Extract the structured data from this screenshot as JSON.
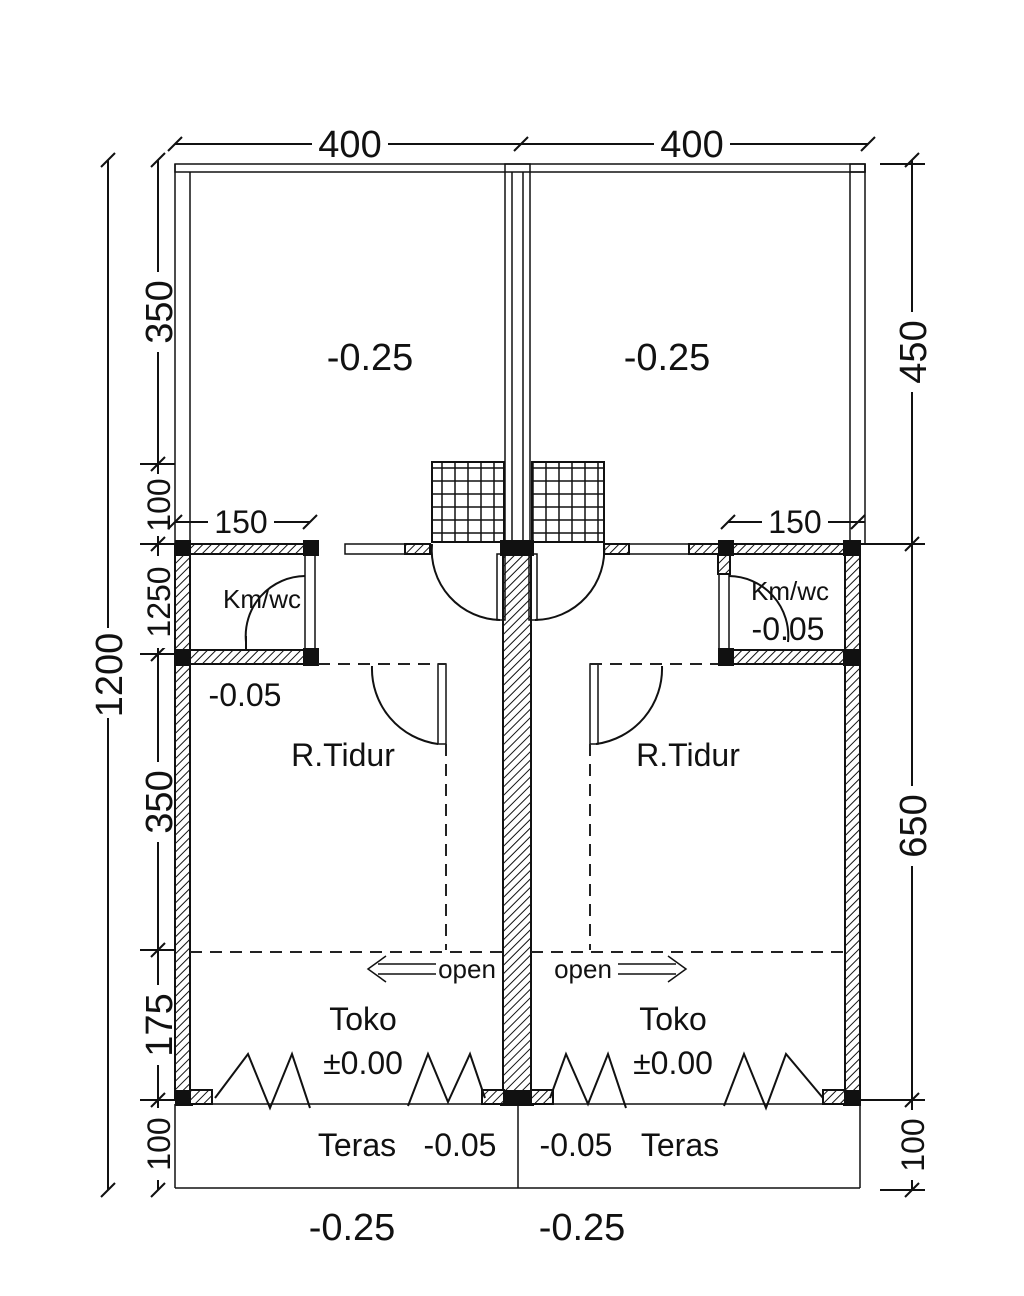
{
  "dimensions": {
    "top_left": "400",
    "top_right": "400",
    "left_total": "1200",
    "left_1": "350",
    "left_2": "100",
    "left_3": "1250",
    "left_4": "350",
    "left_5": "175",
    "left_6": "100",
    "right_1": "450",
    "right_2": "650",
    "right_3": "100",
    "wc_left_width": "150",
    "wc_right_width": "150"
  },
  "labels": {
    "yard_left_level": "-0.25",
    "yard_right_level": "-0.25",
    "wc_left_name": "Km/wc",
    "wc_left_level": "-0.05",
    "wc_right_name": "Km/wc",
    "wc_right_level": "-0.05",
    "bedroom_left": "R.Tidur",
    "bedroom_right": "R.Tidur",
    "open_left": "open",
    "open_right": "open",
    "shop_left": "Toko",
    "shop_left_level": "±0.00",
    "shop_right": "Toko",
    "shop_right_level": "±0.00",
    "terrace_left": "Teras",
    "terrace_left_level": "-0.05",
    "terrace_right": "Teras",
    "terrace_right_level": "-0.05",
    "front_left_level": "-0.25",
    "front_right_level": "-0.25"
  }
}
